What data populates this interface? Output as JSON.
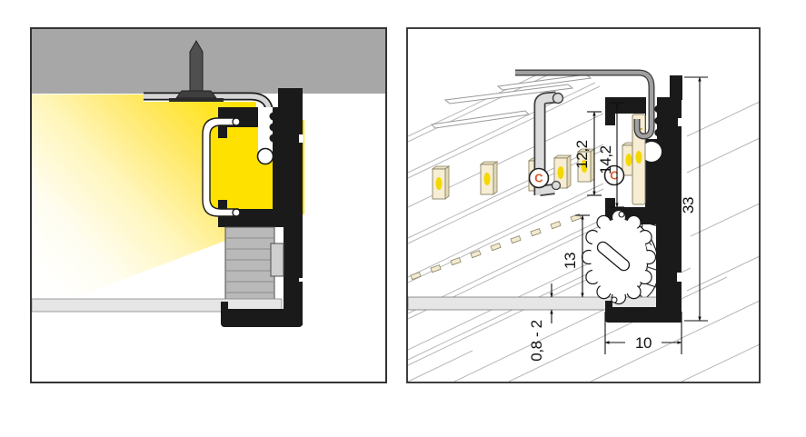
{
  "panels": {
    "left": {
      "type": "installation-example"
    },
    "right": {
      "type": "dimensioned-drawing",
      "dimensions": {
        "inner_height": "12,2",
        "opening_height": "14,2",
        "total_height": "33",
        "lower_height": "13",
        "panel_thickness": "0,8 - 2",
        "width": "10"
      },
      "markers": {
        "clip_marker": "C",
        "profile_marker": "C"
      }
    }
  },
  "colors": {
    "accent_orange": "#e2572b",
    "glow_yellow": "#ffe100",
    "profile_black": "#1a1a1a",
    "ceiling_gray": "#a7a7a7",
    "led_cream": "#f6edd2",
    "metal_gray": "#d9d9d9",
    "hatch_gray": "#b8b8b8",
    "panel_bar_gray": "#e6e6e6"
  }
}
